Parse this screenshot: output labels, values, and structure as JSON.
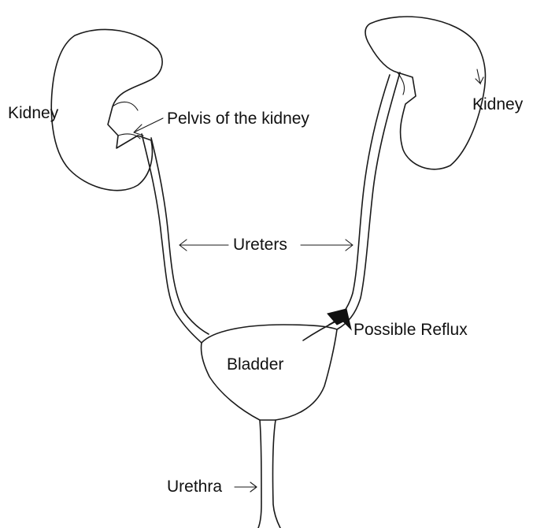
{
  "labels": {
    "kidney_left": "Kidney",
    "kidney_right": "Kidney",
    "pelvis": "Pelvis of the kidney",
    "ureters": "Ureters",
    "bladder": "Bladder",
    "reflux": "Possible Reflux",
    "urethra": "Urethra"
  },
  "colors": {
    "stroke": "#1a1a1a",
    "background": "#ffffff"
  }
}
